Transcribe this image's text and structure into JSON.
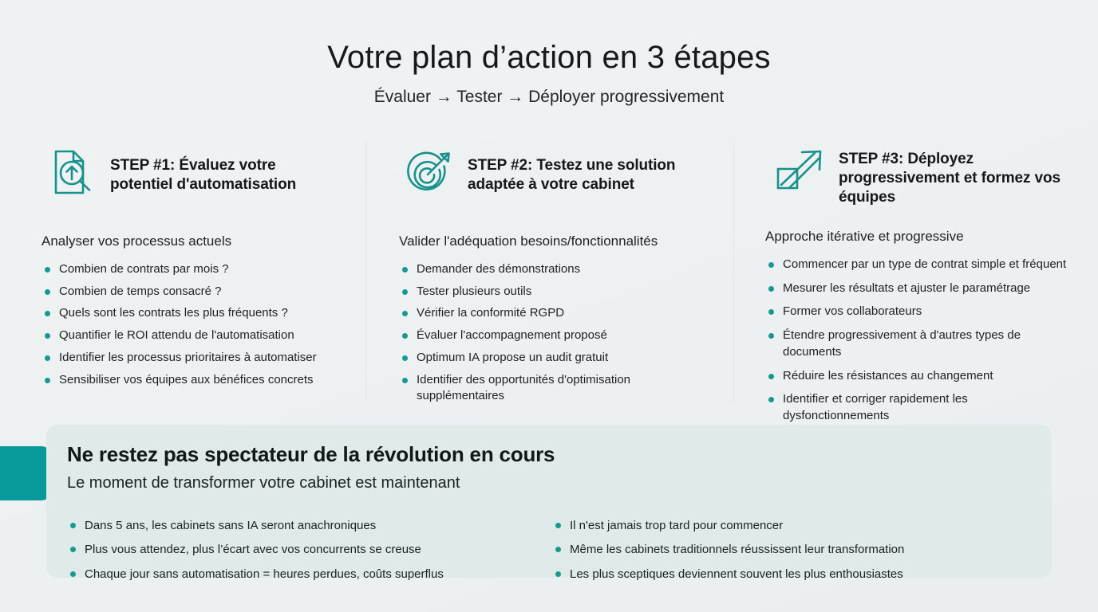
{
  "header": {
    "title": "Votre plan d’action en 3 étapes",
    "subtitle": "Évaluer → Tester → Déployer progressivement"
  },
  "colors": {
    "accent_teal": "#089a9a",
    "bullet_teal": "#17998f",
    "icon_teal": "#16918c",
    "panel_bg": "#dfeae9",
    "page_bg": "#edf1f2",
    "divider": "#dfe4e7",
    "text": "#1c2124"
  },
  "columns": [
    {
      "icon": "document-magnifier-icon",
      "step_title": "STEP #1: Évaluez votre potentiel d'automatisation",
      "sub_head": "Analyser vos processus actuels",
      "bullets": [
        "Combien de contrats par mois ?",
        "Combien de temps consacré ?",
        "Quels sont les contrats les plus fréquents ?",
        "Quantifier le ROI attendu de l'automatisation",
        "Identifier les processus prioritaires à automatiser",
        "Sensibiliser vos équipes aux bénéfices concrets"
      ]
    },
    {
      "icon": "target-arrow-icon",
      "step_title": "STEP #2: Testez une solution adaptée à votre cabinet",
      "sub_head": "Valider l'adéquation besoins/fonctionnalités",
      "bullets": [
        "Demander des démonstrations",
        "Tester plusieurs outils",
        "Vérifier la conformité RGPD",
        "Évaluer l'accompagnement proposé",
        "Optimum IA propose un audit gratuit",
        "Identifier des opportunités d'optimisation supplémentaires"
      ]
    },
    {
      "icon": "growth-arrow-icon",
      "step_title": "STEP #3: Déployez progressivement et formez vos équipes",
      "sub_head": "Approche itérative et progressive",
      "bullets": [
        "Commencer par un type de contrat simple et fréquent",
        "Mesurer les résultats et ajuster le paramétrage",
        "Former vos collaborateurs",
        "Étendre progressivement à d'autres types de documents",
        "Réduire les résistances au changement",
        "Identifier et corriger rapidement les dysfonctionnements"
      ]
    }
  ],
  "callout": {
    "title": "Ne restez pas spectateur de la révolution en cours",
    "subtitle": "Le moment de transformer votre cabinet est maintenant",
    "left_bullets": [
      "Dans 5 ans, les cabinets sans IA seront anachroniques",
      "Plus vous attendez, plus l’écart avec vos concurrents se creuse",
      "Chaque jour sans automatisation = heures perdues, coûts superflus"
    ],
    "right_bullets": [
      "Il n'est jamais trop tard pour commencer",
      "Même les cabinets traditionnels réussissent leur transformation",
      "Les plus sceptiques deviennent souvent les plus enthousiastes"
    ]
  }
}
